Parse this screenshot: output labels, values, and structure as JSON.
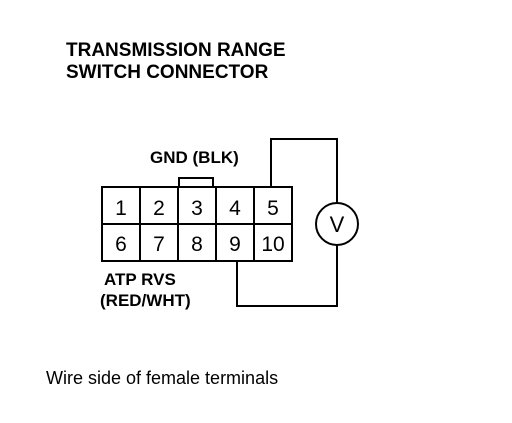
{
  "title": {
    "line1": "TRANSMISSION RANGE",
    "line2": "SWITCH CONNECTOR"
  },
  "labels": {
    "gnd": "GND (BLK)",
    "atp_line1": "ATP RVS",
    "atp_line2": "(RED/WHT)"
  },
  "connector": {
    "top_row": [
      "1",
      "2",
      "3",
      "4",
      "5"
    ],
    "bottom_row": [
      "6",
      "7",
      "8",
      "9",
      "10"
    ]
  },
  "meter": {
    "symbol": "V",
    "icon": "voltmeter-icon"
  },
  "caption": "Wire side of female terminals"
}
